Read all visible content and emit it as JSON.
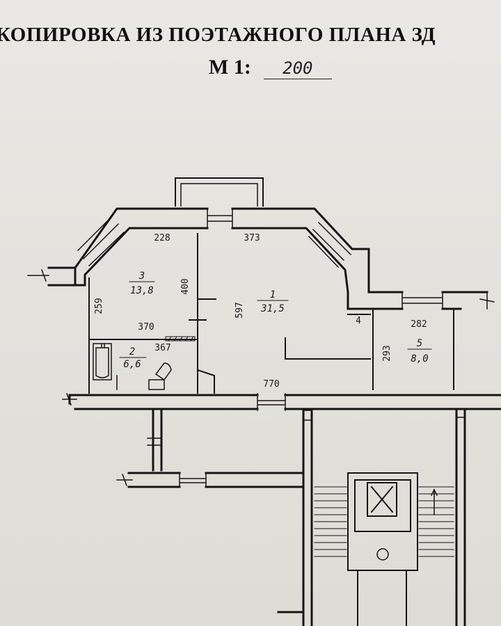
{
  "header": {
    "title": "КОПИРОВКА ИЗ ПОЭТАЖНОГО ПЛАНА ЗД",
    "scale_label": "М 1:",
    "scale_value": "200"
  },
  "rooms": [
    {
      "number": "1",
      "area": "31,5"
    },
    {
      "number": "2",
      "area": "6,6"
    },
    {
      "number": "3",
      "area": "13,8"
    },
    {
      "number": "5",
      "area": "8,0"
    }
  ],
  "dimensions": {
    "d228": "228",
    "d373": "373",
    "d400": "400",
    "d259": "259",
    "d370": "370",
    "d367": "367",
    "d597": "597",
    "d4": "4",
    "d282": "282",
    "d293": "293",
    "d770": "770"
  }
}
